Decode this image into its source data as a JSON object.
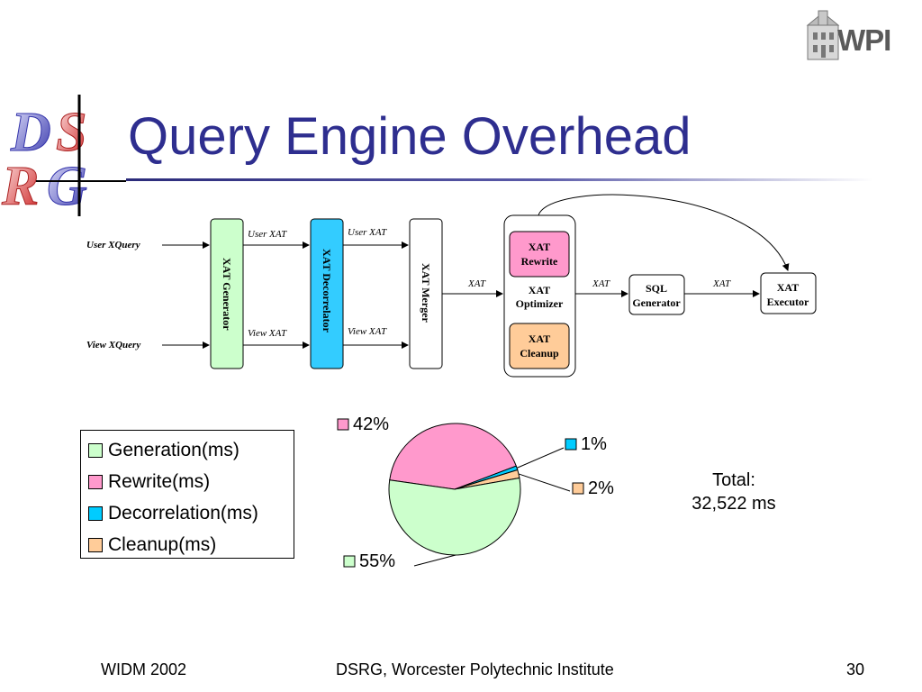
{
  "slide": {
    "title": "Query Engine Overhead",
    "logo_left": "DSRG",
    "logo_right": "WPI",
    "footer_left": "WIDM 2002",
    "footer_center": "DSRG, Worcester Polytechnic Institute",
    "page_number": "30"
  },
  "diagram": {
    "inputs": [
      "User XQuery",
      "View  XQuery"
    ],
    "boxes": {
      "generator": "XAT Generator",
      "decorrelator": "XAT Decorrelator",
      "merger": "XAT Merger",
      "rewrite": [
        "XAT",
        "Rewrite"
      ],
      "optimizer": [
        "XAT",
        "Optimizer"
      ],
      "cleanup": [
        "XAT",
        "Cleanup"
      ],
      "sql_generator": [
        "SQL",
        "Generator"
      ],
      "executor": [
        "XAT",
        "Executor"
      ]
    },
    "edge_labels": {
      "gen_dec_top": "User XAT",
      "gen_dec_bottom": "View XAT",
      "dec_merge_top": "User XAT",
      "dec_merge_bottom": "View XAT",
      "merge_opt": "XAT",
      "opt_sql": "XAT",
      "sql_exec": "XAT"
    },
    "colors": {
      "generator": "#ccffcc",
      "decorrelator": "#33ccff",
      "rewrite": "#ff99cc",
      "cleanup": "#ffcc99"
    }
  },
  "chart_data": {
    "type": "pie",
    "slices": [
      {
        "name": "Generation(ms)",
        "label": "55%",
        "value": 55,
        "color": "#ccffcc"
      },
      {
        "name": "Rewrite(ms)",
        "label": "42%",
        "value": 42,
        "color": "#ff99cc"
      },
      {
        "name": "Decorrelation(ms)",
        "label": "1%",
        "value": 1,
        "color": "#00ccff"
      },
      {
        "name": "Cleanup(ms)",
        "label": "2%",
        "value": 2,
        "color": "#ffcc99"
      }
    ],
    "legend": [
      "Generation(ms)",
      "Rewrite(ms)",
      "Decorrelation(ms)",
      "Cleanup(ms)"
    ],
    "annotation": [
      "Total:",
      "32,522 ms"
    ]
  }
}
